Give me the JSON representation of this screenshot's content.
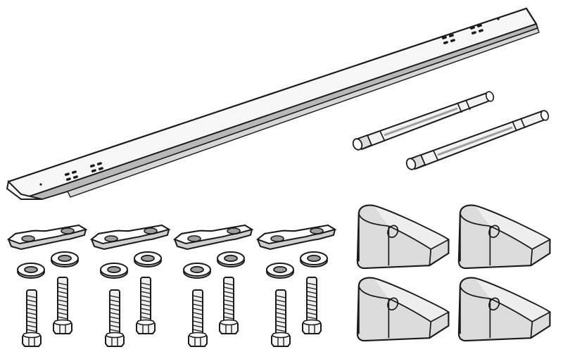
{
  "colors": {
    "background": "#ffffff",
    "stroke": "#1a1a1a",
    "metal_light": "#f4f4f4",
    "metal_shade": "#c9c9c9",
    "metal_dark": "#9e9e9e",
    "block_fill": "#dcdcdc",
    "block_top": "#eeeeee"
  },
  "parts": {
    "rail": {
      "count": 1,
      "icon": "channel-rail-icon"
    },
    "shafts": {
      "count": 2,
      "icon": "shaft-icon"
    },
    "plates": {
      "count": 4,
      "icon": "plate-icon"
    },
    "washers": {
      "count": 8,
      "icon": "washer-icon"
    },
    "bolts": {
      "count": 8,
      "icon": "hex-bolt-icon"
    },
    "blocks": {
      "count": 4,
      "icon": "wedge-block-icon"
    }
  }
}
